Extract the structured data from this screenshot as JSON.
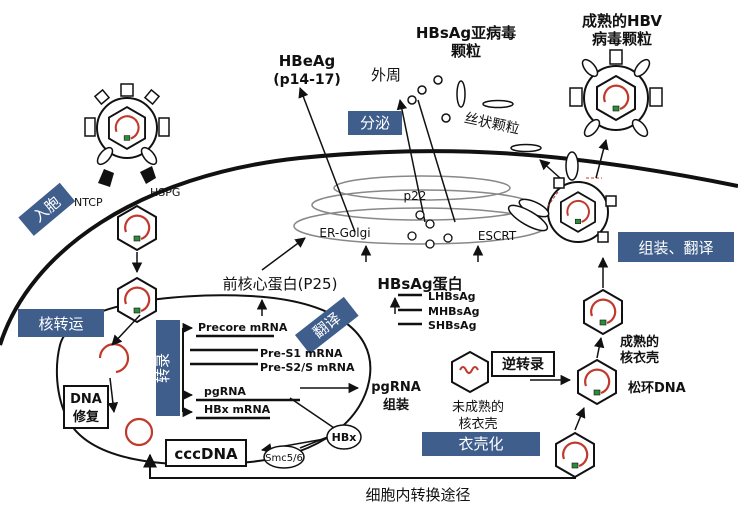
{
  "labels": {
    "hbeag": "HBeAg",
    "hbeag_sub": "(p14-17)",
    "hbsag_subviral_1": "HBsAg亚病毒",
    "hbsag_subviral_2": "颗粒",
    "mature_hbv_1": "成熟的HBV",
    "mature_hbv_2": "病毒颗粒",
    "periphery": "外周",
    "filament": "丝状颗粒",
    "secretion": "分泌",
    "entry": "入胞",
    "ntcp": "NTCP",
    "hspg": "HSPG",
    "p22": "p22",
    "er_golgi": "ER-Golgi",
    "escrt": "ESCRT",
    "assembly": "组装、翻译",
    "precore_protein": "前核心蛋白(P25)",
    "hbsag_protein": "HBsAg蛋白",
    "lhbsag": "LHBsAg",
    "mhbsag": "MHBsAg",
    "shbsag": "SHBsAg",
    "nuclear_transport": "核转运",
    "translation": "翻译",
    "transcription": "转录",
    "precore_mrna": "Precore mRNA",
    "pres1_mrna": "Pre-S1 mRNA",
    "pres2_mrna": "Pre-S2/S mRNA",
    "pgrna": "pgRNA",
    "hbx_mrna": "HBx mRNA",
    "dna_repair_1": "DNA",
    "dna_repair_2": "修复",
    "cccdna": "cccDNA",
    "smc": "Smc5/6",
    "hbx": "HBx",
    "pgrna_assembly_1": "pgRNA",
    "pgrna_assembly_2": "组装",
    "reverse_transcription": "逆转录",
    "immature_capsid_1": "未成熟的",
    "immature_capsid_2": "核衣壳",
    "mature_capsid_1": "成熟的",
    "mature_capsid_2": "核衣壳",
    "rcdna": "松环DNA",
    "envelopment": "衣壳化",
    "intracellular_pathway": "细胞内转换途径"
  },
  "colors": {
    "tag_fill": "#3f5e8c",
    "dna_red": "#c0392b",
    "line": "#111111",
    "er_grey": "#888888"
  }
}
